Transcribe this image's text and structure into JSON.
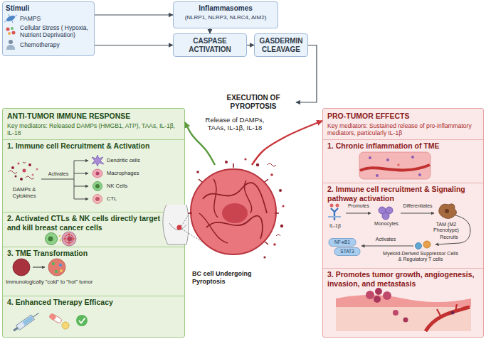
{
  "diagram": {
    "nodes": [
      {
        "text": [
          "Stimuli",
          "PAMPS",
          "Cellular Stress ( Hypoxia, Nutrient Deprivation)",
          "Chemotherapy"
        ]
      },
      {
        "text": [
          "Inflammasomes",
          "(NLRP1, NLRP3, NLRC4, AIM2)"
        ]
      },
      {
        "text": [
          "CASPASE ACTIVATION"
        ]
      },
      {
        "text": [
          "GASDERMIN CLEAVAGE"
        ]
      },
      {
        "text": [
          "EXECUTION OF PYROPTOSIS"
        ]
      },
      {
        "text": [
          "ANTI-TUMOR IMMUNE RESPONSE",
          "Key mediators: Released DAMPs (HMGB1, ATP), TAAs, IL-1β, IL-18"
        ]
      },
      {
        "text": [
          "1. Immune cell Recruitment & Activation"
        ],
        "in": 5
      },
      {
        "text": [
          "2. Activated CTLs & NK cells directly target and kill breast cancer cells"
        ],
        "in": 5
      },
      {
        "text": [
          "3. TME Transformation"
        ],
        "in": 5
      },
      {
        "text": [
          "4. Enhanced Therapy Efficacy"
        ],
        "in": 5
      },
      {
        "text": [
          "BC cell Undergoing Pyroptosis"
        ]
      },
      {
        "text": [
          "PRO-TUMOR EFFECTS",
          "Key mediators: Sustained release of pro-inflammatory mediators, particularly IL-1β"
        ]
      },
      {
        "text": [
          "1. Chronic inflammation of TME"
        ],
        "in": 11
      },
      {
        "text": [
          "2. Immune cell recruitment & Signaling pathway activation"
        ],
        "in": 11
      },
      {
        "text": [
          "3. Promotes tumor growth, angiogenesis, invasion, and metastasis"
        ],
        "in": 11
      }
    ],
    "edges": [
      {
        "from": 0,
        "to": 1,
        "arrow": "to"
      },
      {
        "from": 0,
        "to": 2,
        "arrow": "to"
      },
      {
        "from": 1,
        "to": 2,
        "arrow": "to"
      },
      {
        "from": 2,
        "to": 3,
        "arrow": "to"
      },
      {
        "from": 3,
        "to": 4,
        "arrow": "to"
      },
      {
        "from": 10,
        "to": 5,
        "arrow": "to"
      },
      {
        "from": 10,
        "to": 11,
        "arrow": "to"
      }
    ],
    "labels": [
      "Release of DAMPs, TAAs, IL-1β, IL-18",
      "DAMPs & Cytokines",
      "Activates",
      "Dendritic cells",
      "Macrophages",
      "NK Cells",
      "CTL",
      "Immunologically \"cold\" to \"hot\" tumor",
      "IL-1β",
      "Promotes",
      "Monocytes",
      "Differentiates",
      "TAM (M2 Phenotype)",
      "Recruits",
      "Myeloid-Derived Suppressor Cells & Regulatory T cells",
      "Activates",
      "NF-κB1",
      "STAT3"
    ]
  }
}
